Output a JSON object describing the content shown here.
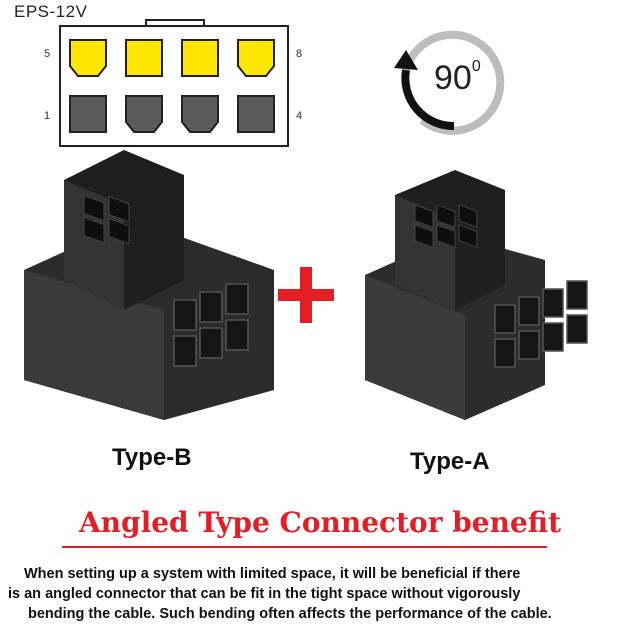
{
  "pinout": {
    "title": "EPS-12V",
    "pin_top_left": "5",
    "pin_top_right": "8",
    "pin_bottom_left": "1",
    "pin_bottom_right": "4",
    "top_row_color": "#ffe600",
    "bottom_row_color": "#5a5a5a"
  },
  "rotation": {
    "value": "90",
    "unit": "0"
  },
  "connectors": {
    "type_b_label": "Type-B",
    "type_a_label": "Type-A",
    "plus_color": "#e51d24"
  },
  "headline": "Angled Type Connector benefit",
  "description": {
    "line1": "When setting up a system with limited space, it will be beneficial if there",
    "line2": "is an angled connector that can be fit in the tight space without vigorously",
    "line3": "bending the cable. Such bending often affects the performance of the cable."
  }
}
